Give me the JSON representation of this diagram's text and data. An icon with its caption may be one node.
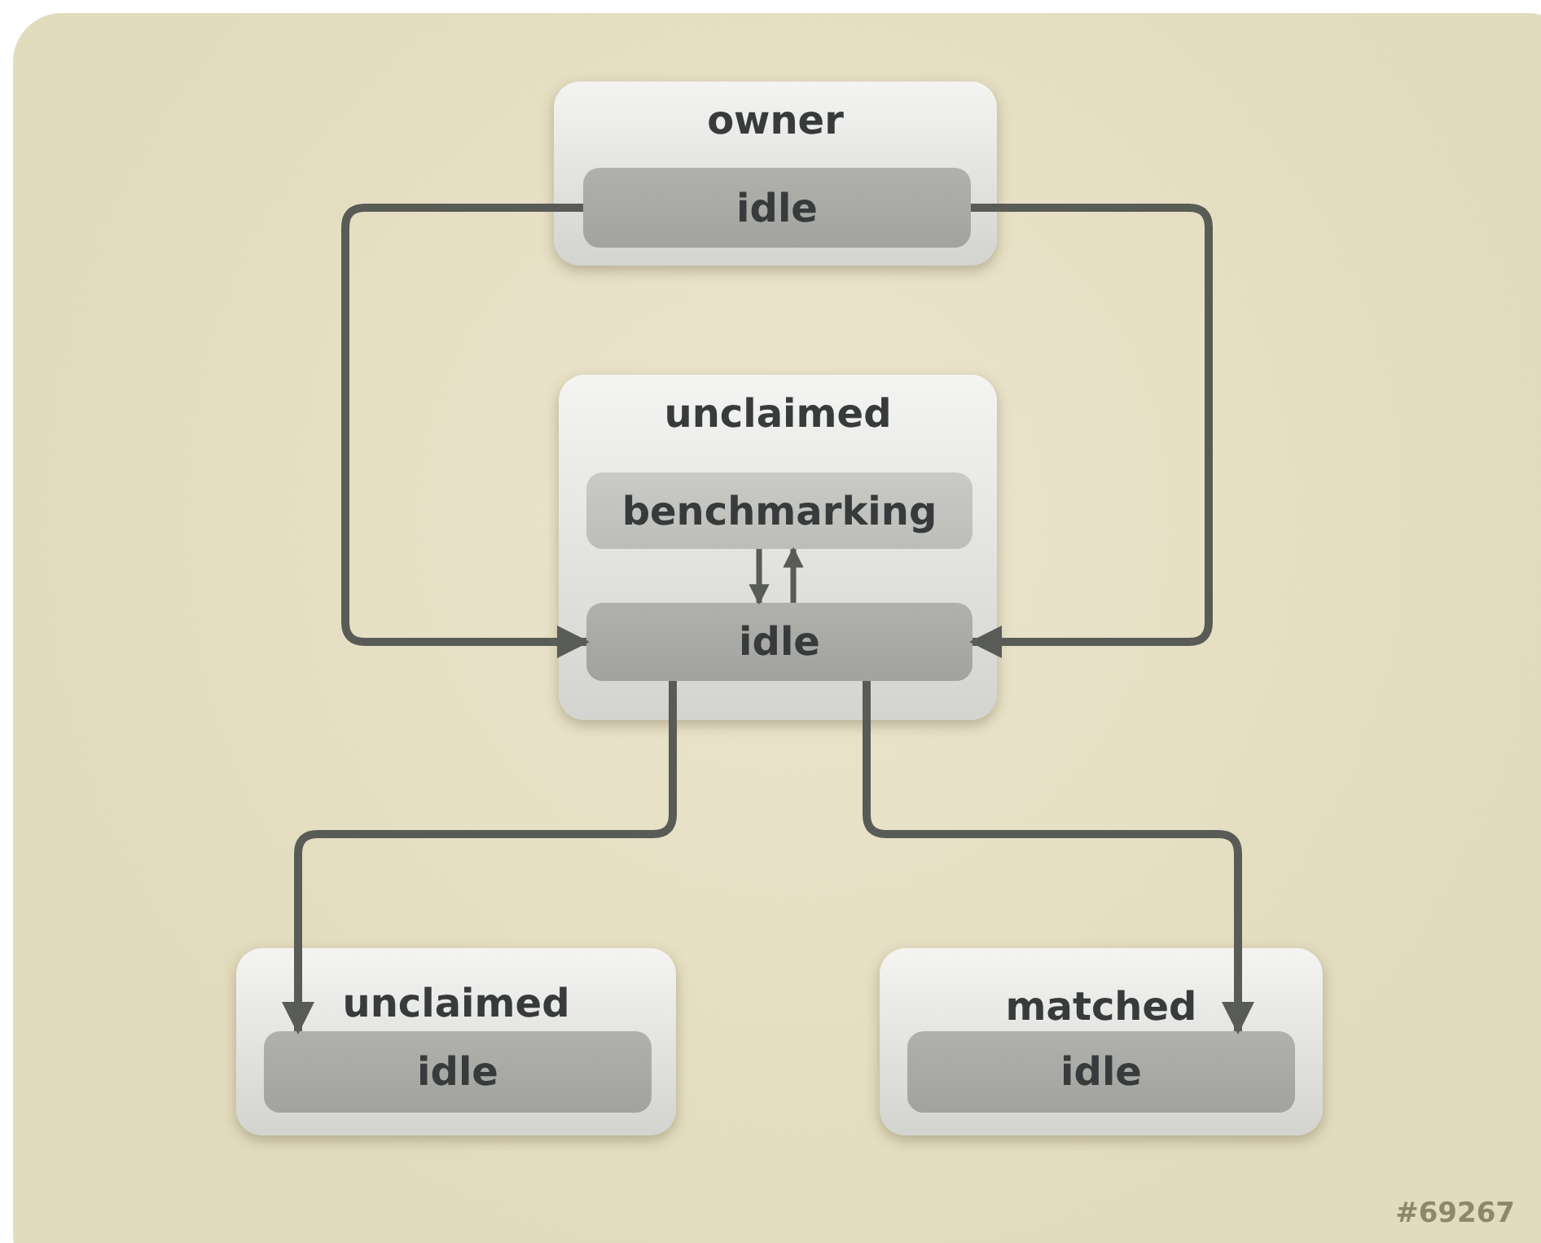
{
  "diagram": {
    "nodes": [
      {
        "text": [
          "owner"
        ]
      },
      {
        "text": [
          "idle"
        ],
        "in": 0
      },
      {
        "text": [
          "unclaimed"
        ]
      },
      {
        "text": [
          "benchmarking"
        ],
        "in": 2
      },
      {
        "text": [
          "idle"
        ],
        "in": 2
      },
      {
        "text": [
          "unclaimed"
        ]
      },
      {
        "text": [
          "idle"
        ],
        "in": 5
      },
      {
        "text": [
          "matched"
        ]
      },
      {
        "text": [
          "idle"
        ],
        "in": 7
      }
    ],
    "edges": [
      {
        "from": 1,
        "to": 4,
        "arrow": "to"
      },
      {
        "from": 1,
        "to": 4,
        "arrow": "to"
      },
      {
        "from": 3,
        "to": 4,
        "arrow": "to"
      },
      {
        "from": 4,
        "to": 3,
        "arrow": "to"
      },
      {
        "from": 4,
        "to": 6,
        "arrow": "to"
      },
      {
        "from": 4,
        "to": 8,
        "arrow": "to"
      }
    ],
    "labels": [
      "#69267"
    ]
  }
}
